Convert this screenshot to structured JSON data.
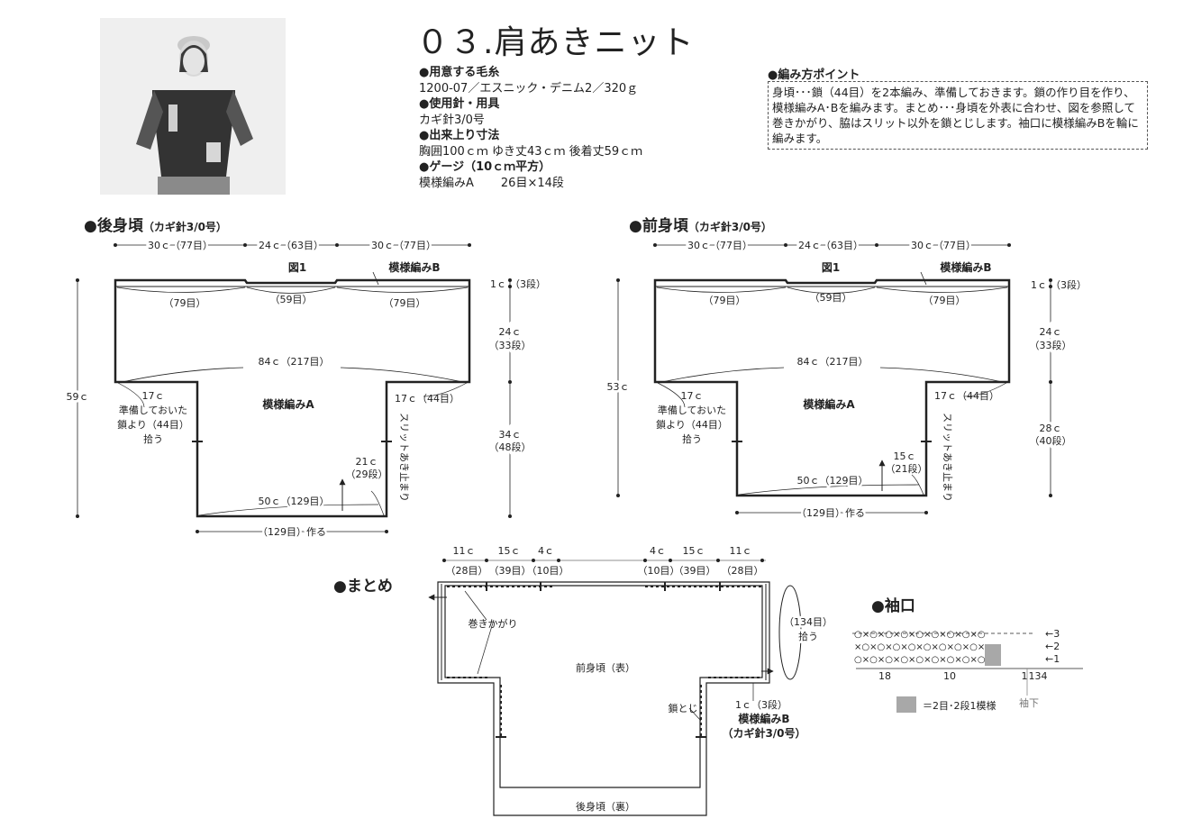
{
  "title": "０３.肩あきニット",
  "spec": {
    "yarn_h": "●用意する毛糸",
    "yarn": "1200-07／エスニック・デニム2／320ｇ",
    "needle_h": "●使用針・用具",
    "needle": "カギ針3/0号",
    "size_h": "●出来上り寸法",
    "size": "胸囲100ｃｍ ゆき丈43ｃｍ 後着丈59ｃｍ",
    "gauge_h": "●ゲージ（10ｃｍ平方）",
    "gauge_a": "模様編みA",
    "gauge_b": "26目×14段"
  },
  "points": {
    "title": "●編み方ポイント",
    "text": "身頃･･･鎖（44目）を2本編み、準備しておきます。鎖の作り目を作り、模様編みA･Bを編みます。まとめ･･･身頃を外表に合わせ、図を参照して巻きかがり、脇はスリット以外を鎖とじします。袖口に模様編みBを輪に編みます。"
  },
  "back": {
    "heading": "●後身頃",
    "sub": "（カギ針3/0号）",
    "top_l": "30ｃ（77目）",
    "top_m": "24ｃ（63目）",
    "top_r": "30ｃ（77目）",
    "fig": "図1",
    "pat_b": "模様編みB",
    "st_l": "（79目）",
    "st_m": "（59目）",
    "st_r": "（79目）",
    "width": "84ｃ（217目）",
    "pat_a": "模様編みA",
    "left1": "17ｃ",
    "left2": "準備しておいた",
    "left3": "鎖より（44目）",
    "left4": "拾う",
    "right": "17ｃ（44目）",
    "slit": "スリットあき止まり",
    "slit_h1": "21ｃ",
    "slit_h2": "（29段）",
    "bottom": "50ｃ（129目）",
    "cast": "（129目）作る",
    "height": "59ｃ",
    "r1a": "1ｃ",
    "r1b": "（3段）",
    "r2a": "24ｃ",
    "r2b": "（33段）",
    "r3a": "34ｃ",
    "r3b": "（48段）"
  },
  "front": {
    "heading": "●前身頃",
    "sub": "（カギ針3/0号）",
    "top_l": "30ｃ（77目）",
    "top_m": "24ｃ（63目）",
    "top_r": "30ｃ（77目）",
    "fig": "図1",
    "pat_b": "模様編みB",
    "st_l": "（79目）",
    "st_m": "（59目）",
    "st_r": "（79目）",
    "width": "84ｃ（217目）",
    "pat_a": "模様編みA",
    "left1": "17ｃ",
    "left2": "準備しておいた",
    "left3": "鎖より（44目）",
    "left4": "拾う",
    "right": "17ｃ（44目）",
    "slit": "スリットあき止まり",
    "slit_h1": "15ｃ",
    "slit_h2": "（21段）",
    "bottom": "50ｃ（129目）",
    "cast": "（129目）作る",
    "height": "53ｃ",
    "r1a": "1ｃ",
    "r1b": "（3段）",
    "r2a": "24ｃ",
    "r2b": "（33段）",
    "r3a": "28ｃ",
    "r3b": "（40段）"
  },
  "assembly": {
    "heading": "●まとめ",
    "m1": "11ｃ",
    "m2": "15ｃ",
    "m3": "4ｃ",
    "s1": "（28目）",
    "s2": "（39目）",
    "s3": "（10目）",
    "whip": "巻きかがり",
    "front": "前身頃（表）",
    "back": "後身頃（裏）",
    "chain": "鎖とじ",
    "pick1": "（134目）",
    "pick2": "拾う",
    "edge1": "1ｃ（3段）",
    "edge2": "模様編みB",
    "edge3": "（カギ針3/0号）"
  },
  "cuff": {
    "heading": "●袖口",
    "row1": "←3",
    "row2": "←2",
    "row3": "←1",
    "n18": "18",
    "n10": "10",
    "n1": "1",
    "n134": "134",
    "under": "袖下",
    "legend": "＝2目･2段1模様",
    "sym_row": "○×○×○×○×○×○×○×○×○",
    "sym_row2": "×○×○×○×○×○×○×○×○×"
  }
}
